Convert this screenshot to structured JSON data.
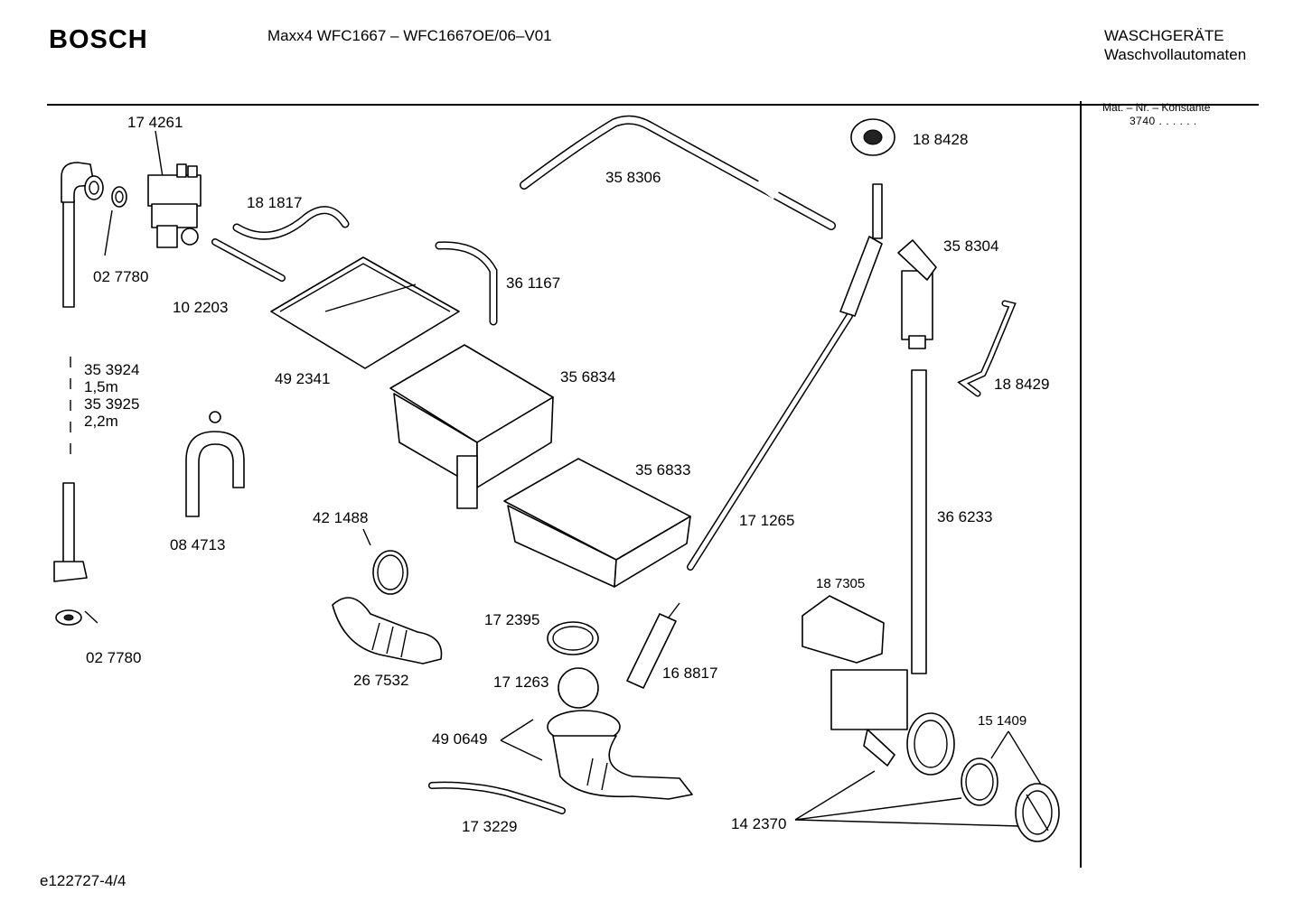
{
  "header": {
    "brand": "BOSCH",
    "model": "Maxx4 WFC1667 – WFC1667OE/06–V01",
    "category_line1": "WASCHGERÄTE",
    "category_line2": "Waschvollautomaten"
  },
  "side_info": {
    "line1": "Mat. – Nr. – Konstante",
    "line2": "3740  .  .    .  .  .  ."
  },
  "footer": {
    "code": "e122727-4/4"
  },
  "parts": [
    {
      "id": "p174261",
      "label": "17 4261"
    },
    {
      "id": "p181817",
      "label": "18 1817"
    },
    {
      "id": "p027780a",
      "label": "02 7780"
    },
    {
      "id": "p102203",
      "label": "10 2203"
    },
    {
      "id": "p358306",
      "label": "35 8306"
    },
    {
      "id": "p188428",
      "label": "18 8428"
    },
    {
      "id": "p358304",
      "label": "35 8304"
    },
    {
      "id": "p361167",
      "label": "36 1167"
    },
    {
      "id": "p492341",
      "label": "49 2341"
    },
    {
      "id": "p356834",
      "label": "35 6834"
    },
    {
      "id": "p353924",
      "label": "35 3924"
    },
    {
      "id": "len15",
      "label": "1,5m"
    },
    {
      "id": "p353925",
      "label": "35 3925"
    },
    {
      "id": "len22",
      "label": "2,2m"
    },
    {
      "id": "p188429",
      "label": "18 8429"
    },
    {
      "id": "p356833",
      "label": "35 6833"
    },
    {
      "id": "p084713",
      "label": "08 4713"
    },
    {
      "id": "p421488",
      "label": "42 1488"
    },
    {
      "id": "p171265",
      "label": "17 1265"
    },
    {
      "id": "p366233",
      "label": "36 6233"
    },
    {
      "id": "p187305",
      "label": "18 7305"
    },
    {
      "id": "p027780b",
      "label": "02 7780"
    },
    {
      "id": "p172395",
      "label": "17 2395"
    },
    {
      "id": "p267532",
      "label": "26 7532"
    },
    {
      "id": "p168817",
      "label": "16 8817"
    },
    {
      "id": "p171263",
      "label": "17 1263"
    },
    {
      "id": "p490649",
      "label": "49 0649"
    },
    {
      "id": "p151409",
      "label": "15 1409"
    },
    {
      "id": "p142370",
      "label": "14 2370"
    },
    {
      "id": "p173229",
      "label": "17 3229"
    }
  ]
}
